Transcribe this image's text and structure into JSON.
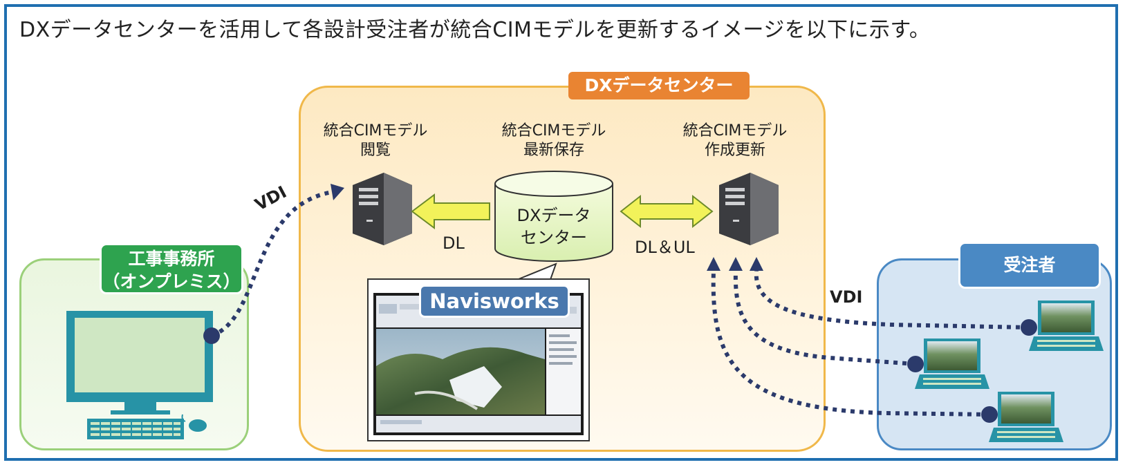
{
  "headline": "DXデータセンターを活用して各設計受注者が統合CIMモデルを更新するイメージを以下に示す。",
  "data_center": {
    "tag": "DXデータセンター",
    "server_left_label": [
      "統合CIMモデル",
      "閲覧"
    ],
    "storage_label": [
      "統合CIMモデル",
      "最新保存"
    ],
    "server_right_label": [
      "統合CIMモデル",
      "作成更新"
    ],
    "storage_text": [
      "DXデータ",
      "センター"
    ],
    "arrow_left_label": "DL",
    "arrow_right_label": "DL＆UL",
    "software_tag": "Navisworks"
  },
  "site_office": {
    "tag": [
      "工事事務所",
      "（オンプレミス）"
    ],
    "connection_label": "VDI"
  },
  "contractor": {
    "tag": "受注者",
    "connection_label": "VDI"
  },
  "colors": {
    "frame": "#1f6fb0",
    "data_center": "#f0b84a",
    "data_center_tag": "#e98432",
    "site": "#2ea34f",
    "contractor": "#4a89c4",
    "arrow_fill": "#f2f25a",
    "dotted_line": "#2b3a6b",
    "monitor": "#2793a6"
  }
}
